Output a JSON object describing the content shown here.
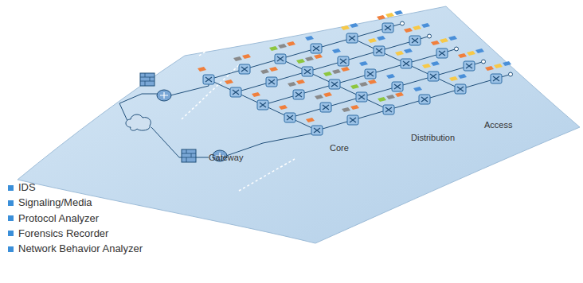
{
  "diagram": {
    "labels": [
      "Gateway",
      "Core",
      "Distribution",
      "Access"
    ],
    "legend": [
      {
        "text": "IDS",
        "color": "#3b8fd9"
      },
      {
        "text": "Signaling/Media",
        "color": "#3b8fd9"
      },
      {
        "text": "Protocol Analyzer",
        "color": "#3b8fd9"
      },
      {
        "text": "Forensics Recorder",
        "color": "#3b8fd9"
      },
      {
        "text": "Network Behavior Analyzer",
        "color": "#3b8fd9"
      }
    ]
  }
}
